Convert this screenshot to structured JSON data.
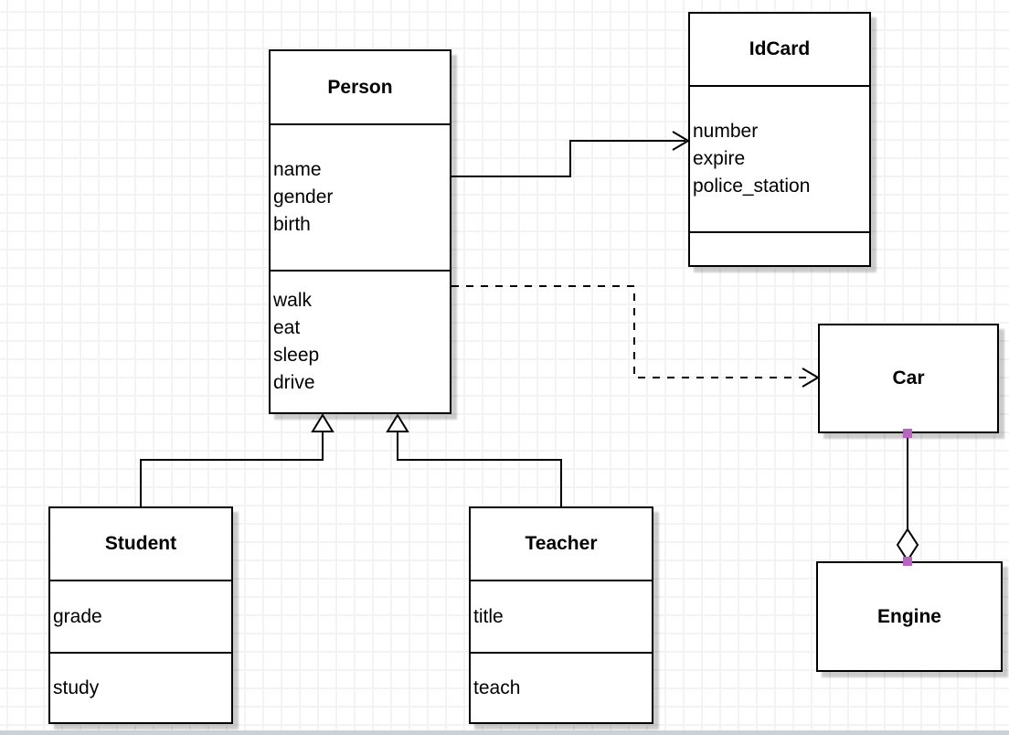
{
  "diagram": {
    "type": "uml-class-diagram",
    "classes": [
      {
        "title": "Person",
        "attributes": [
          "name",
          "gender",
          "birth"
        ],
        "methods": [
          "walk",
          "eat",
          "sleep",
          "drive"
        ]
      },
      {
        "title": "IdCard",
        "attributes": [
          "number",
          "expire",
          "police_station"
        ],
        "methods": []
      },
      {
        "title": "Car",
        "attributes": [],
        "methods": []
      },
      {
        "title": "Engine",
        "attributes": [],
        "methods": []
      },
      {
        "title": "Student",
        "attributes": [
          "grade"
        ],
        "methods": [
          "study"
        ]
      },
      {
        "title": "Teacher",
        "attributes": [
          "title"
        ],
        "methods": [
          "teach"
        ]
      }
    ],
    "relationships": [
      {
        "from": "Person",
        "to": "IdCard",
        "type": "association",
        "line": "solid",
        "arrow": "open"
      },
      {
        "from": "Person",
        "to": "Car",
        "type": "dependency",
        "line": "dashed",
        "arrow": "open"
      },
      {
        "from": "Student",
        "to": "Person",
        "type": "generalization",
        "line": "solid",
        "arrow": "hollow-triangle"
      },
      {
        "from": "Teacher",
        "to": "Person",
        "type": "generalization",
        "line": "solid",
        "arrow": "hollow-triangle"
      },
      {
        "from": "Car",
        "to": "Engine",
        "type": "aggregation",
        "line": "solid",
        "arrow": "hollow-diamond"
      }
    ],
    "colors": {
      "shape_fill": "#ffffff",
      "shape_stroke": "#000000",
      "shadow": "#d2d2d2",
      "grid_line": "#f3f3f3",
      "connection_point": "#b865c2",
      "canvas_edge": "#cbd1d8"
    }
  }
}
